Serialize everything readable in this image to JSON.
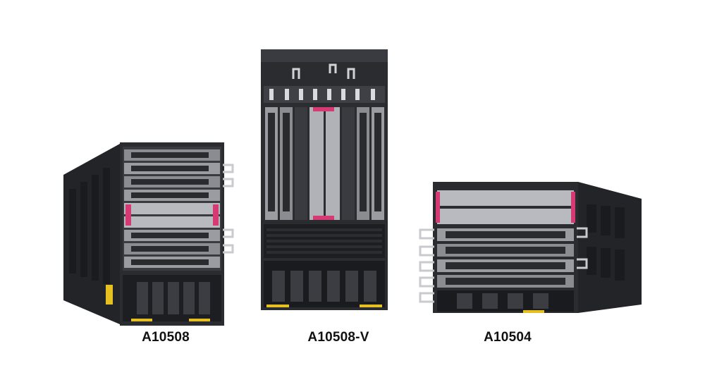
{
  "products": [
    {
      "id": "a",
      "model": "A10508",
      "chassis_color": "#2b2c30",
      "accent": "#d63a74"
    },
    {
      "id": "b",
      "model": "A10508-V",
      "chassis_color": "#2b2c30",
      "accent": "#d63a74"
    },
    {
      "id": "c",
      "model": "A10504",
      "chassis_color": "#2b2c30",
      "accent": "#d63a74"
    }
  ]
}
